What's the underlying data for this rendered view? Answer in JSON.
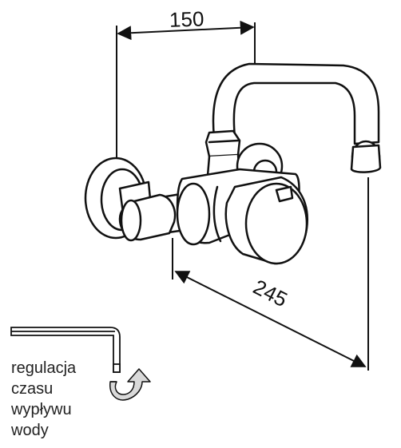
{
  "dimensions": {
    "width_label": "150",
    "depth_label": "245"
  },
  "caption": {
    "lines": [
      "regulacja",
      "czasu",
      "wypływu",
      "wody"
    ]
  },
  "icons": [
    "hex-key-icon",
    "rotation-arrow-icon"
  ],
  "colors": {
    "line": "#111111",
    "fill": "#ffffff",
    "arrow_fill": "#d9d9d9"
  }
}
